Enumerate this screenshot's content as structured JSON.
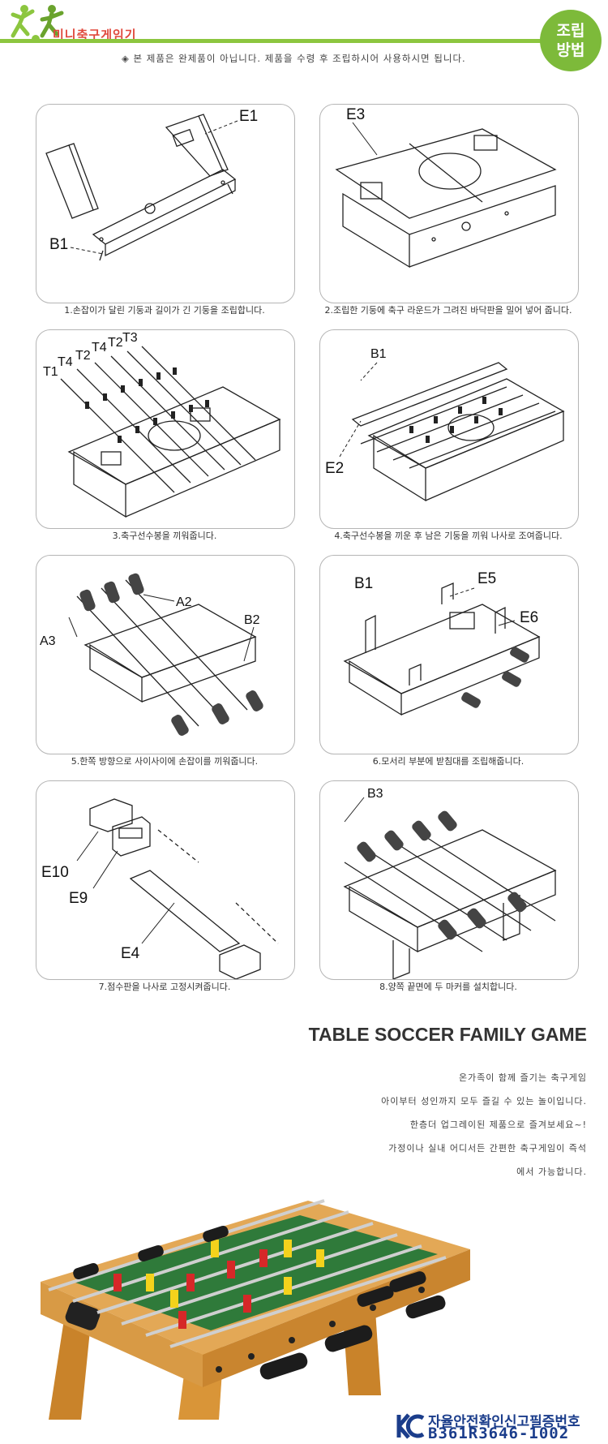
{
  "header": {
    "brand": "미니축구게임기",
    "badge_line1": "조립",
    "badge_line2": "방법",
    "notice": "◈ 본 제품은 완제품이 아닙니다. 제품을 수령 후 조립하시어 사용하시면 됩니다."
  },
  "steps": [
    {
      "caption": "1.손잡이가 달린 기둥과 길이가 긴 기둥을 조립합니다.",
      "labels": [
        "E1",
        "B1"
      ]
    },
    {
      "caption": "2.조립한 기둥에 축구 라운드가 그려진 바닥판을 밀어 넣어 줍니다.",
      "labels": [
        "E3"
      ]
    },
    {
      "caption": "3.축구선수봉을 끼워줍니다.",
      "labels": [
        "T1",
        "T4",
        "T2",
        "T4",
        "T2",
        "T3"
      ]
    },
    {
      "caption": "4.축구선수봉을 끼운 후 남은 기둥을 끼워 나사로 조여줍니다.",
      "labels": [
        "B1",
        "E2"
      ]
    },
    {
      "caption": "5.한쪽 방향으로 사이사이에 손잡이를 끼워줍니다.",
      "labels": [
        "A2",
        "A3",
        "B2"
      ]
    },
    {
      "caption": "6.모서리 부분에 받침대를 조립해줍니다.",
      "labels": [
        "B1",
        "E5",
        "E6"
      ]
    },
    {
      "caption": "7.점수판을 나사로 고정시켜줍니다.",
      "labels": [
        "E10",
        "E9",
        "E4"
      ]
    },
    {
      "caption": "8.양쪽 끝면에 두 마커를 설치합니다.",
      "labels": [
        "B3"
      ]
    }
  ],
  "promo": {
    "title": "TABLE SOCCER FAMILY GAME",
    "lines": [
      "온가족이 함께 즐기는 축구게임",
      "아이부터 성인까지 모두 즐길 수 있는 놀이입니다.",
      "한층더 업그레이된 제품으로 즐겨보세요~!",
      "가정이나 실내 어디서든 간편한 축구게임이 즉석",
      "에서 가능합니다."
    ]
  },
  "certification": {
    "title": "자율안전확인신고필증번호",
    "number": "B361R3646-1002"
  },
  "colors": {
    "accent_green": "#8cc63f",
    "badge_green": "#7dba3a",
    "brand_red": "#e0483c",
    "cert_blue": "#1b3d8b"
  }
}
